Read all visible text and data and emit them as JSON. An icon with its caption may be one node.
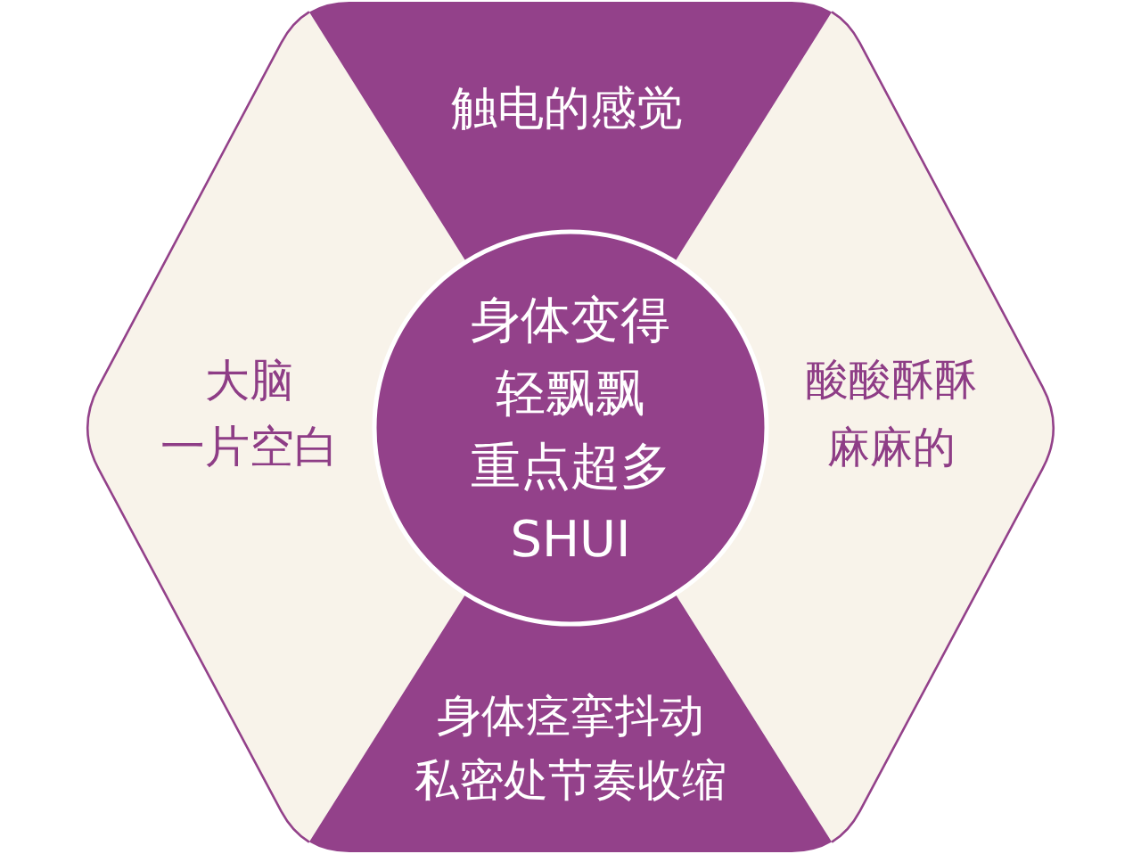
{
  "diagram": {
    "nodes": [
      {
        "text": [
          "触电的感觉"
        ]
      },
      {
        "text": [
          "大脑一片空白"
        ]
      },
      {
        "text": [
          "身体变得轻飘飘重点超多SHUI"
        ]
      },
      {
        "text": [
          "酸酸酥酥麻麻的"
        ]
      },
      {
        "text": [
          "身体痉挛抖动私密处节奏收缩"
        ]
      }
    ]
  }
}
